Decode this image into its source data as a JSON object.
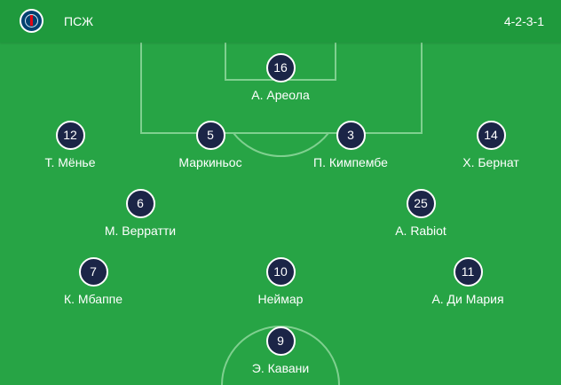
{
  "header": {
    "team_name": "ПСЖ",
    "formation": "4-2-3-1",
    "logo_icon": "psg-crest-icon"
  },
  "colors": {
    "pitch": "#27a445",
    "header": "#1f9a3d",
    "lines": "#7fd08f",
    "marker": "#1b2547"
  },
  "players": [
    {
      "number": "16",
      "name": "А. Ареола",
      "role": "goalkeeper"
    },
    {
      "number": "12",
      "name": "Т. Мёнье",
      "role": "right-back"
    },
    {
      "number": "5",
      "name": "Маркиньос",
      "role": "centre-back-right"
    },
    {
      "number": "3",
      "name": "П. Кимпембе",
      "role": "centre-back-left"
    },
    {
      "number": "14",
      "name": "Х. Бернат",
      "role": "left-back"
    },
    {
      "number": "6",
      "name": "М. Верратти",
      "role": "defensive-mid-right"
    },
    {
      "number": "25",
      "name": "A. Rabiot",
      "role": "defensive-mid-left"
    },
    {
      "number": "7",
      "name": "К. Мбаппе",
      "role": "right-wing"
    },
    {
      "number": "10",
      "name": "Неймар",
      "role": "attacking-mid"
    },
    {
      "number": "11",
      "name": "А. Ди Мария",
      "role": "left-wing"
    },
    {
      "number": "9",
      "name": "Э. Кавани",
      "role": "striker"
    }
  ]
}
